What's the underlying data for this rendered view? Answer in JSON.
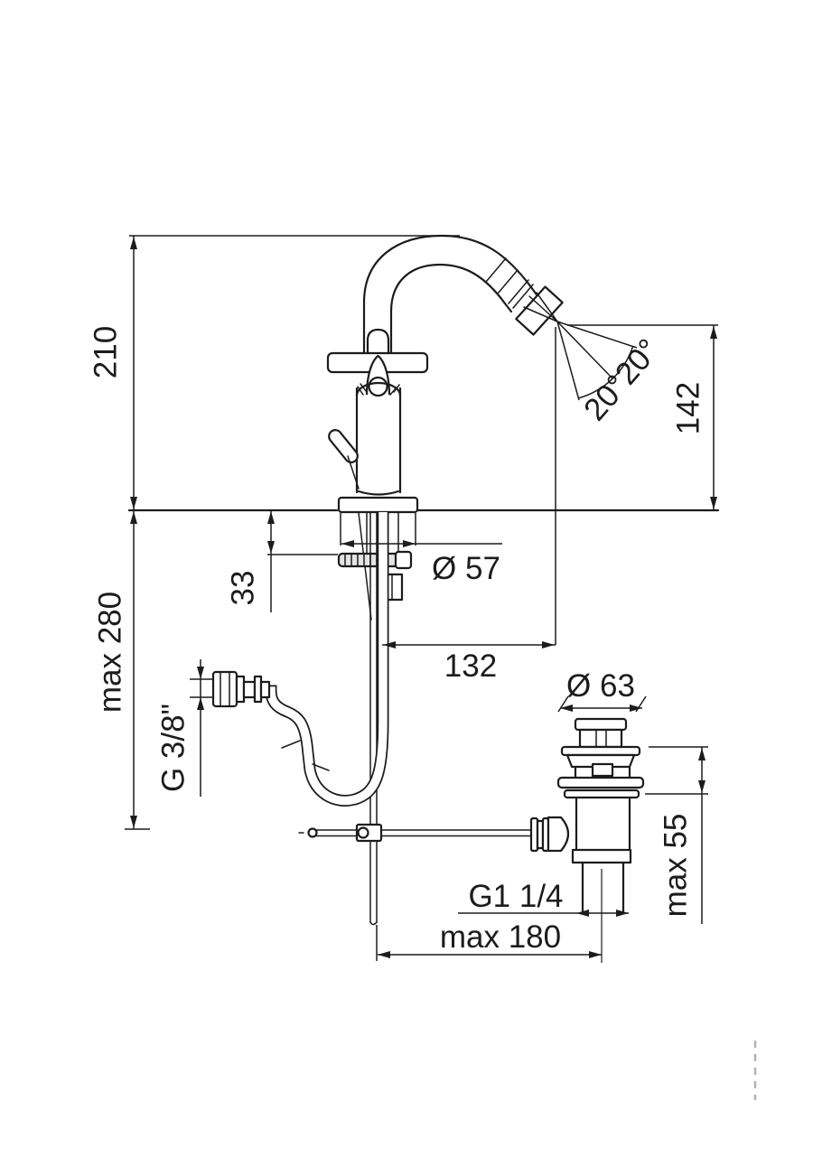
{
  "drawing": {
    "title": "bidet-mixer-dimension-drawing",
    "labels": {
      "height_total": "210",
      "spout_height": "142",
      "spray_angle": "20°20°",
      "deck_offset": "33",
      "max_depth": "max 280",
      "base_diameter": "Ø 57",
      "spout_reach": "132",
      "supply_thread": "G 3/8\"",
      "drain_diameter": "Ø 63",
      "drain_clamp_max": "max 55",
      "drain_thread": "G1 1/4",
      "rod_reach_max": "max 180"
    },
    "colors": {
      "line": "#1c1c1c",
      "background": "#ffffff",
      "hatch_fill": "#e4e4e4",
      "fold_mark": "#b3b3b3"
    }
  }
}
